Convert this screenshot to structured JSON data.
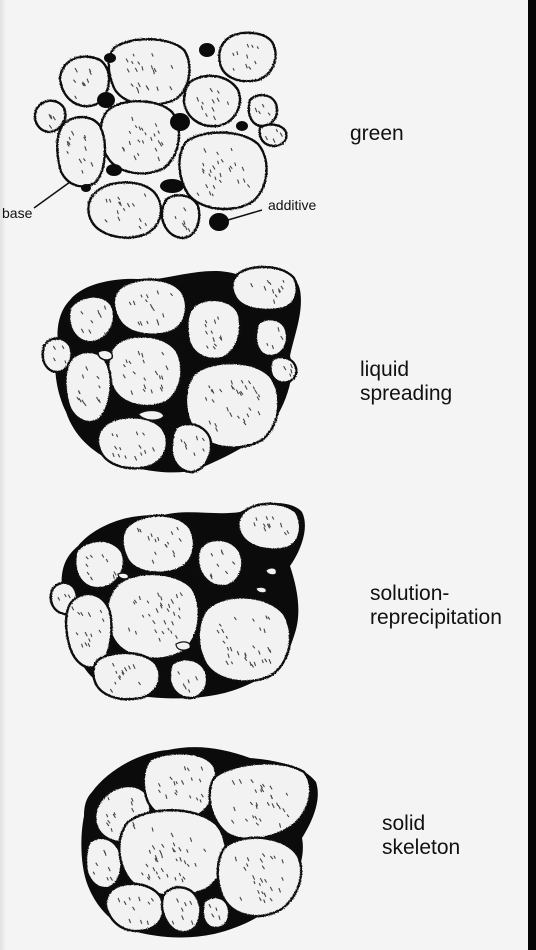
{
  "stages": [
    {
      "id": "green",
      "lines": [
        "green"
      ]
    },
    {
      "id": "liquid-spreading",
      "lines": [
        "liquid",
        "spreading"
      ]
    },
    {
      "id": "solution-reprecipitation",
      "lines": [
        "solution-",
        "reprecipitation"
      ]
    },
    {
      "id": "solid-skeleton",
      "lines": [
        "solid",
        "skeleton"
      ]
    }
  ],
  "annotations": {
    "base": "base",
    "additive": "additive"
  }
}
